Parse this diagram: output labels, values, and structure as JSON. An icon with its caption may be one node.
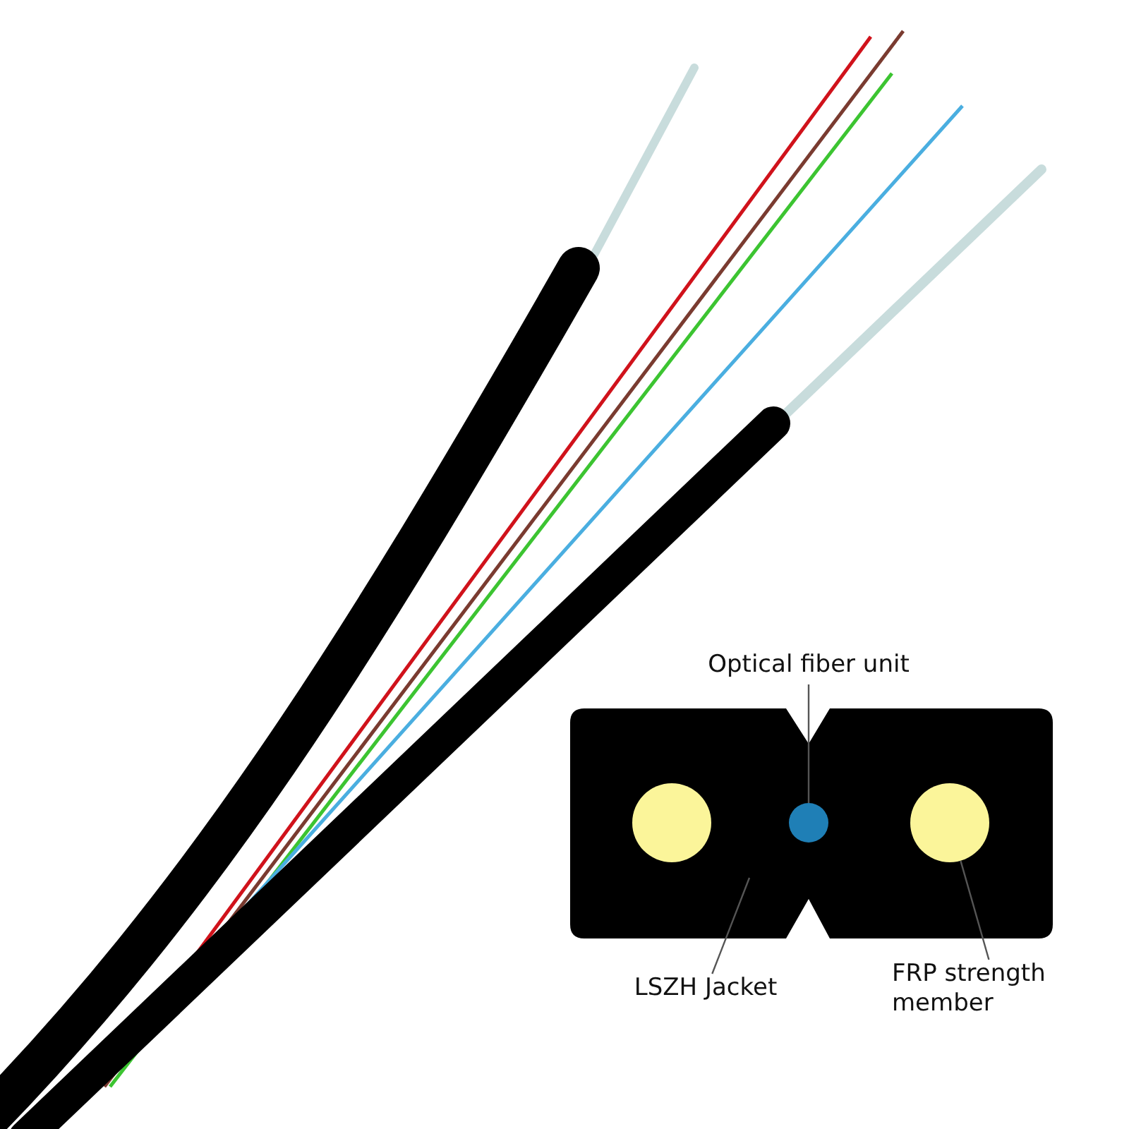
{
  "diagram": {
    "nodes": [
      {
        "text": [
          "Optical fiber unit"
        ]
      },
      {
        "text": [],
        "shape": "box"
      },
      {
        "text": [],
        "shape": "circle",
        "in": 1
      },
      {
        "text": [],
        "shape": "circle",
        "in": 1
      },
      {
        "text": [],
        "shape": "circle",
        "in": 1
      },
      {
        "text": [
          "LSZH Jacket"
        ]
      },
      {
        "text": [
          "FRP strength member"
        ]
      }
    ],
    "edges": [
      {
        "from": 0,
        "to": 3,
        "arrow": "none"
      },
      {
        "from": 5,
        "to": 1,
        "arrow": "none"
      },
      {
        "from": 6,
        "to": 4,
        "arrow": "none"
      }
    ]
  }
}
